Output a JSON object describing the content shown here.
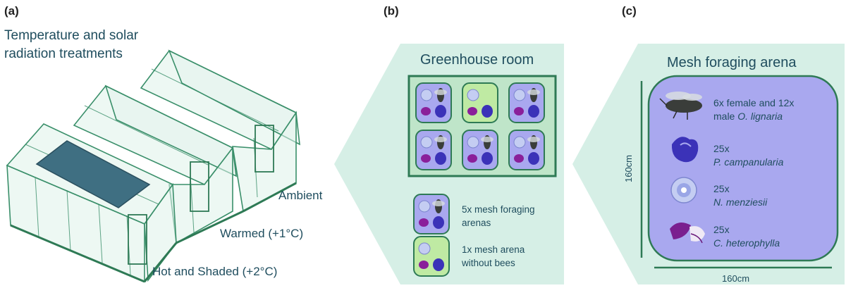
{
  "panel_labels": {
    "a": "(a)",
    "b": "(b)",
    "c": "(c)"
  },
  "panel_a": {
    "title_line1": "Temperature and solar",
    "title_line2": "radiation treatments",
    "treatments": {
      "ambient": "Ambient",
      "warmed": "Warmed (+1°C)",
      "hot_shaded": "Hot and Shaded (+2°C)"
    }
  },
  "panel_b": {
    "title": "Greenhouse room",
    "legend": [
      {
        "line1": "5x mesh foraging",
        "line2": "arenas"
      },
      {
        "line1": "1x mesh arena",
        "line2": "without bees"
      }
    ]
  },
  "panel_c": {
    "title": "Mesh foraging arena",
    "items": [
      {
        "count_line": "6x female and 12x",
        "species_prefix": "male ",
        "species": "O. lignaria"
      },
      {
        "count_line": "25x",
        "species_prefix": "",
        "species": "P. campanularia"
      },
      {
        "count_line": "25x",
        "species_prefix": "",
        "species": "N. menziesii"
      },
      {
        "count_line": "25x",
        "species_prefix": "",
        "species": "C. heterophylla"
      }
    ],
    "height_label": "160cm",
    "width_label": "160cm"
  },
  "colors": {
    "mint": "#d6efe6",
    "dark_green": "#2e7a55",
    "arena_purple": "#a9a8ef",
    "arena_green": "#bfeaa3",
    "text": "#1f4d5e"
  }
}
